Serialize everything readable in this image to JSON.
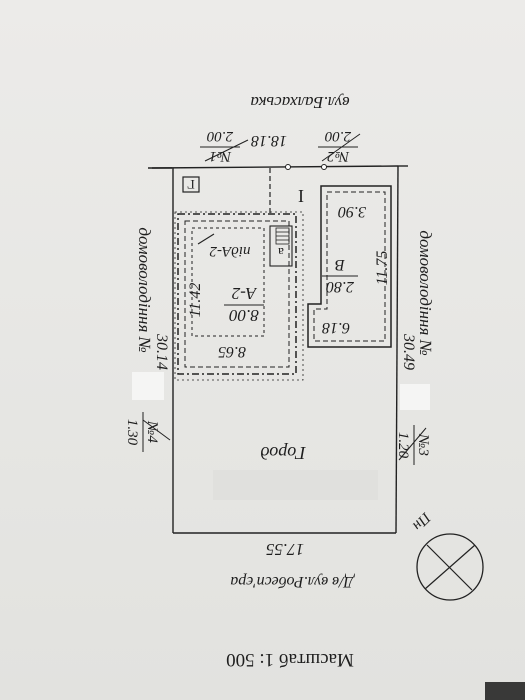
{
  "plan": {
    "scale_label": "Масштаб 1: 500",
    "street_top": "вул.Балхаська",
    "street_bottom": "Д/в вул.Робесп'єра",
    "left_neighbor": "домоволодіння №",
    "left_neighbor_code": "30.14",
    "right_neighbor": "домоволодіння №",
    "right_neighbor_code": "30.49",
    "north_label": "Пн",
    "garden_label": "Город",
    "yard_label": "I",
    "building_a": "А-2",
    "building_a_annex": "підА-2",
    "building_b": "В",
    "porch": "а",
    "marker_label": "Г",
    "dimensions": {
      "top_right": "18.18",
      "bottom": "17.55",
      "a_height": "11.42",
      "a_width": "8.65",
      "a_inner": "8.00",
      "b_height": "11.75",
      "b_top": "3.90",
      "b_inner": "2.80",
      "b_bottom": "6.18"
    },
    "points": [
      {
        "num": "№1",
        "val": "2.00"
      },
      {
        "num": "№2",
        "val": "2.00"
      },
      {
        "num": "№3",
        "val": "1.20"
      },
      {
        "num": "№4",
        "val": "1.30"
      }
    ]
  }
}
